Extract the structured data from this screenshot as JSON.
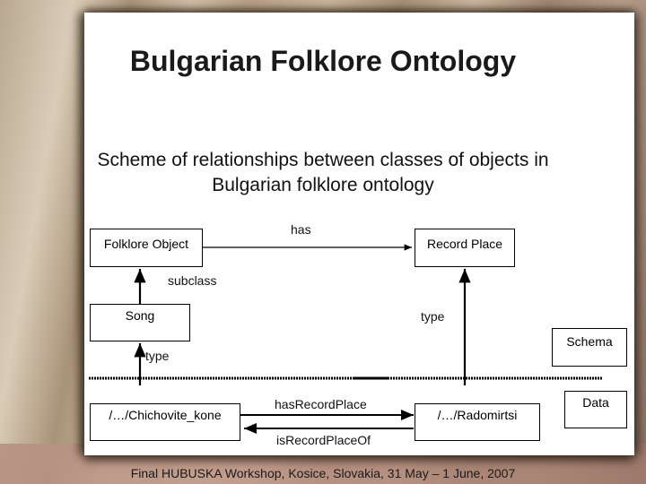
{
  "slide": {
    "title": "Bulgarian Folklore Ontology",
    "subtitle_line1": "Scheme of relationships between classes of objects in",
    "subtitle_line2": "Bulgarian folklore ontology",
    "footer": "Final HUBUSKA Workshop, Kosice, Slovakia, 31 May – 1 June, 2007"
  },
  "diagram": {
    "nodes": {
      "folklore_object": "Folklore Object",
      "record_place": "Record Place",
      "song": "Song",
      "schema": "Schema",
      "chichovite_kone": "/…/Chichovite_kone",
      "radomirtsi": "/…/Radomirtsi",
      "data": "Data"
    },
    "edges": {
      "has": "has",
      "subclass": "subclass",
      "type_left": "type",
      "type_right": "type",
      "has_record_place": "hasRecordPlace",
      "is_record_place_of": "isRecordPlaceOf"
    }
  },
  "colors": {
    "slide_background": "#ffffff",
    "text": "#111111",
    "frame": "#b09a82"
  }
}
